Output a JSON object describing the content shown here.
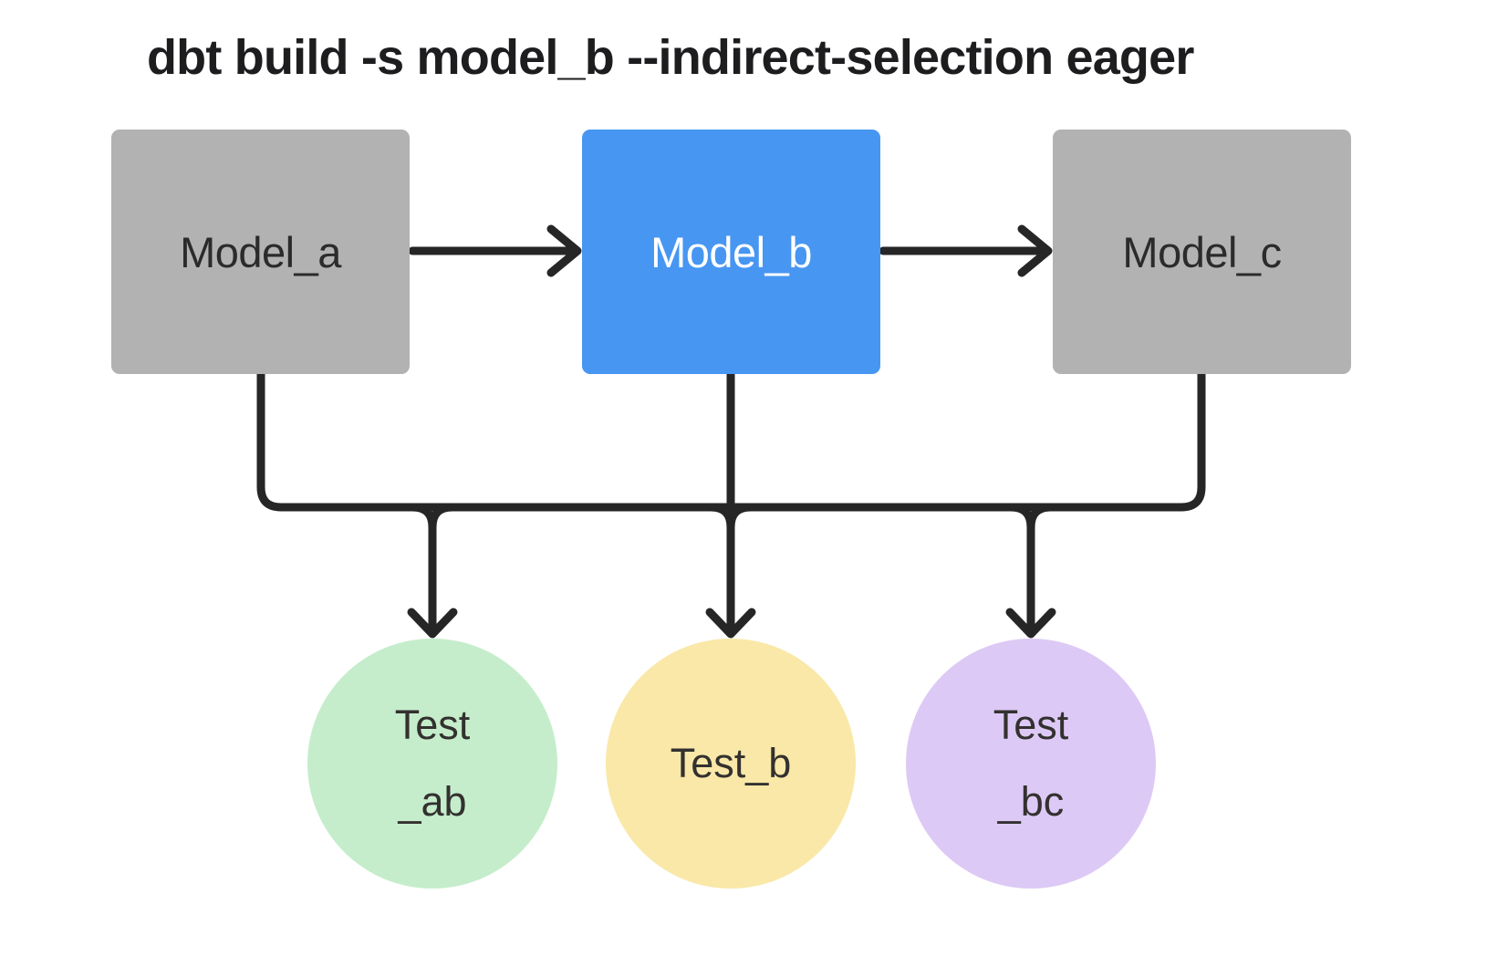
{
  "header": {
    "command": "dbt build -s model_b --indirect-selection eager"
  },
  "nodes": {
    "models": [
      {
        "id": "model_a",
        "label": "Model_a",
        "kind": "model",
        "selected": false,
        "fill": "#b2b2b2"
      },
      {
        "id": "model_b",
        "label": "Model_b",
        "kind": "model",
        "selected": true,
        "fill": "#4796f2"
      },
      {
        "id": "model_c",
        "label": "Model_c",
        "kind": "model",
        "selected": false,
        "fill": "#b2b2b2"
      }
    ],
    "tests": [
      {
        "id": "test_ab",
        "lines": [
          "Test",
          "_ab"
        ],
        "fill": "#c5edcb"
      },
      {
        "id": "test_b",
        "lines": [
          "Test_b"
        ],
        "fill": "#f9e8a8"
      },
      {
        "id": "test_bc",
        "lines": [
          "Test",
          "_bc"
        ],
        "fill": "#ddc9f5"
      }
    ]
  },
  "edges": [
    {
      "from": "model_a",
      "to": "model_b"
    },
    {
      "from": "model_b",
      "to": "model_c"
    },
    {
      "from": "model_a",
      "to": "test_ab"
    },
    {
      "from": "model_b",
      "to": "test_ab"
    },
    {
      "from": "model_b",
      "to": "test_b"
    },
    {
      "from": "model_b",
      "to": "test_bc"
    },
    {
      "from": "model_c",
      "to": "test_bc"
    }
  ],
  "colors": {
    "background": "#ffffff",
    "ink": "#262626",
    "title_text": "#1d1d1f",
    "model_box_gray": "#b2b2b2",
    "model_box_blue": "#4796f2",
    "model_text_dark": "#2b2b2b",
    "model_text_light": "#ffffff",
    "test_green": "#c5edcb",
    "test_yellow": "#f9e8a8",
    "test_purple": "#ddc9f5",
    "test_text": "#33312f"
  }
}
